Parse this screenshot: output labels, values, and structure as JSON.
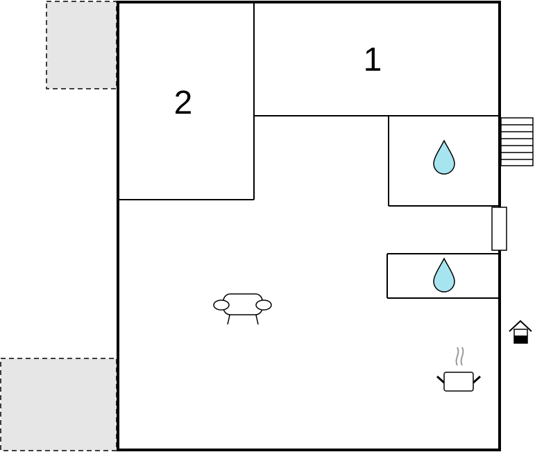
{
  "floorplan": {
    "rooms": [
      {
        "id": "bedroom-1",
        "label": "1"
      },
      {
        "id": "bedroom-2",
        "label": "2"
      },
      {
        "id": "bathroom",
        "icon": "water-drop-icon"
      },
      {
        "id": "utility-room",
        "icon": "water-drop-icon"
      },
      {
        "id": "living-area",
        "icons": [
          "sofa-icon",
          "cooking-pot-icon"
        ]
      }
    ],
    "exterior": [
      "terrace-top-left",
      "terrace-bottom-left",
      "stairs",
      "window",
      "entrance-icon"
    ],
    "colors": {
      "wall": "#000000",
      "terrace_fill": "#e6e6e6",
      "water_drop": "#a6e4ef",
      "steam": "#999999",
      "background": "#ffffff"
    }
  }
}
